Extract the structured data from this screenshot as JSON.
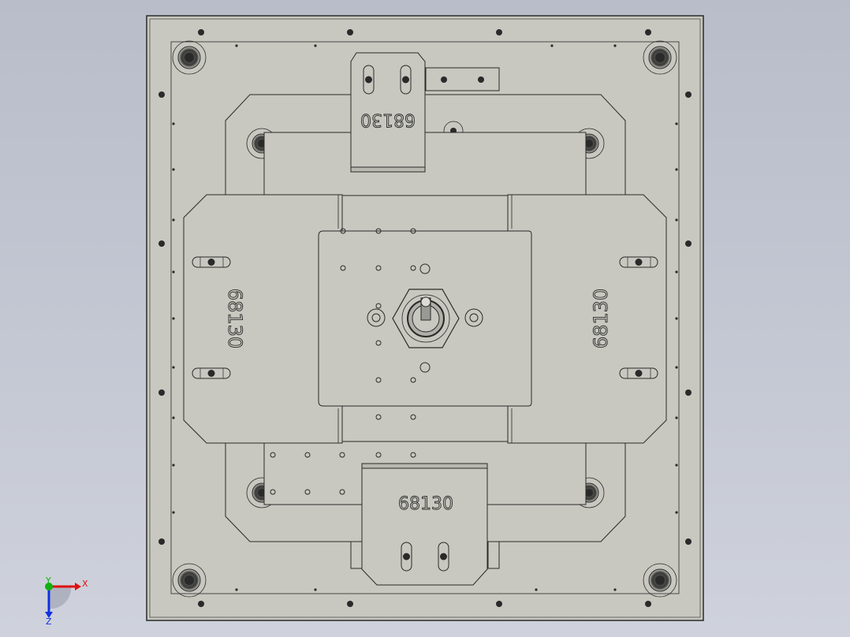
{
  "part_labels": {
    "top": "68130",
    "left": "68130",
    "right": "68130",
    "bottom": "68130"
  },
  "triad": {
    "x": "X",
    "y": "Y",
    "z": "Z"
  },
  "colors": {
    "background": "#c3c7d2",
    "plate": "#c8c8c0",
    "stroke": "#2a2a2a",
    "axis_x": "#e01010",
    "axis_y": "#10b010",
    "axis_z": "#1030e0"
  }
}
